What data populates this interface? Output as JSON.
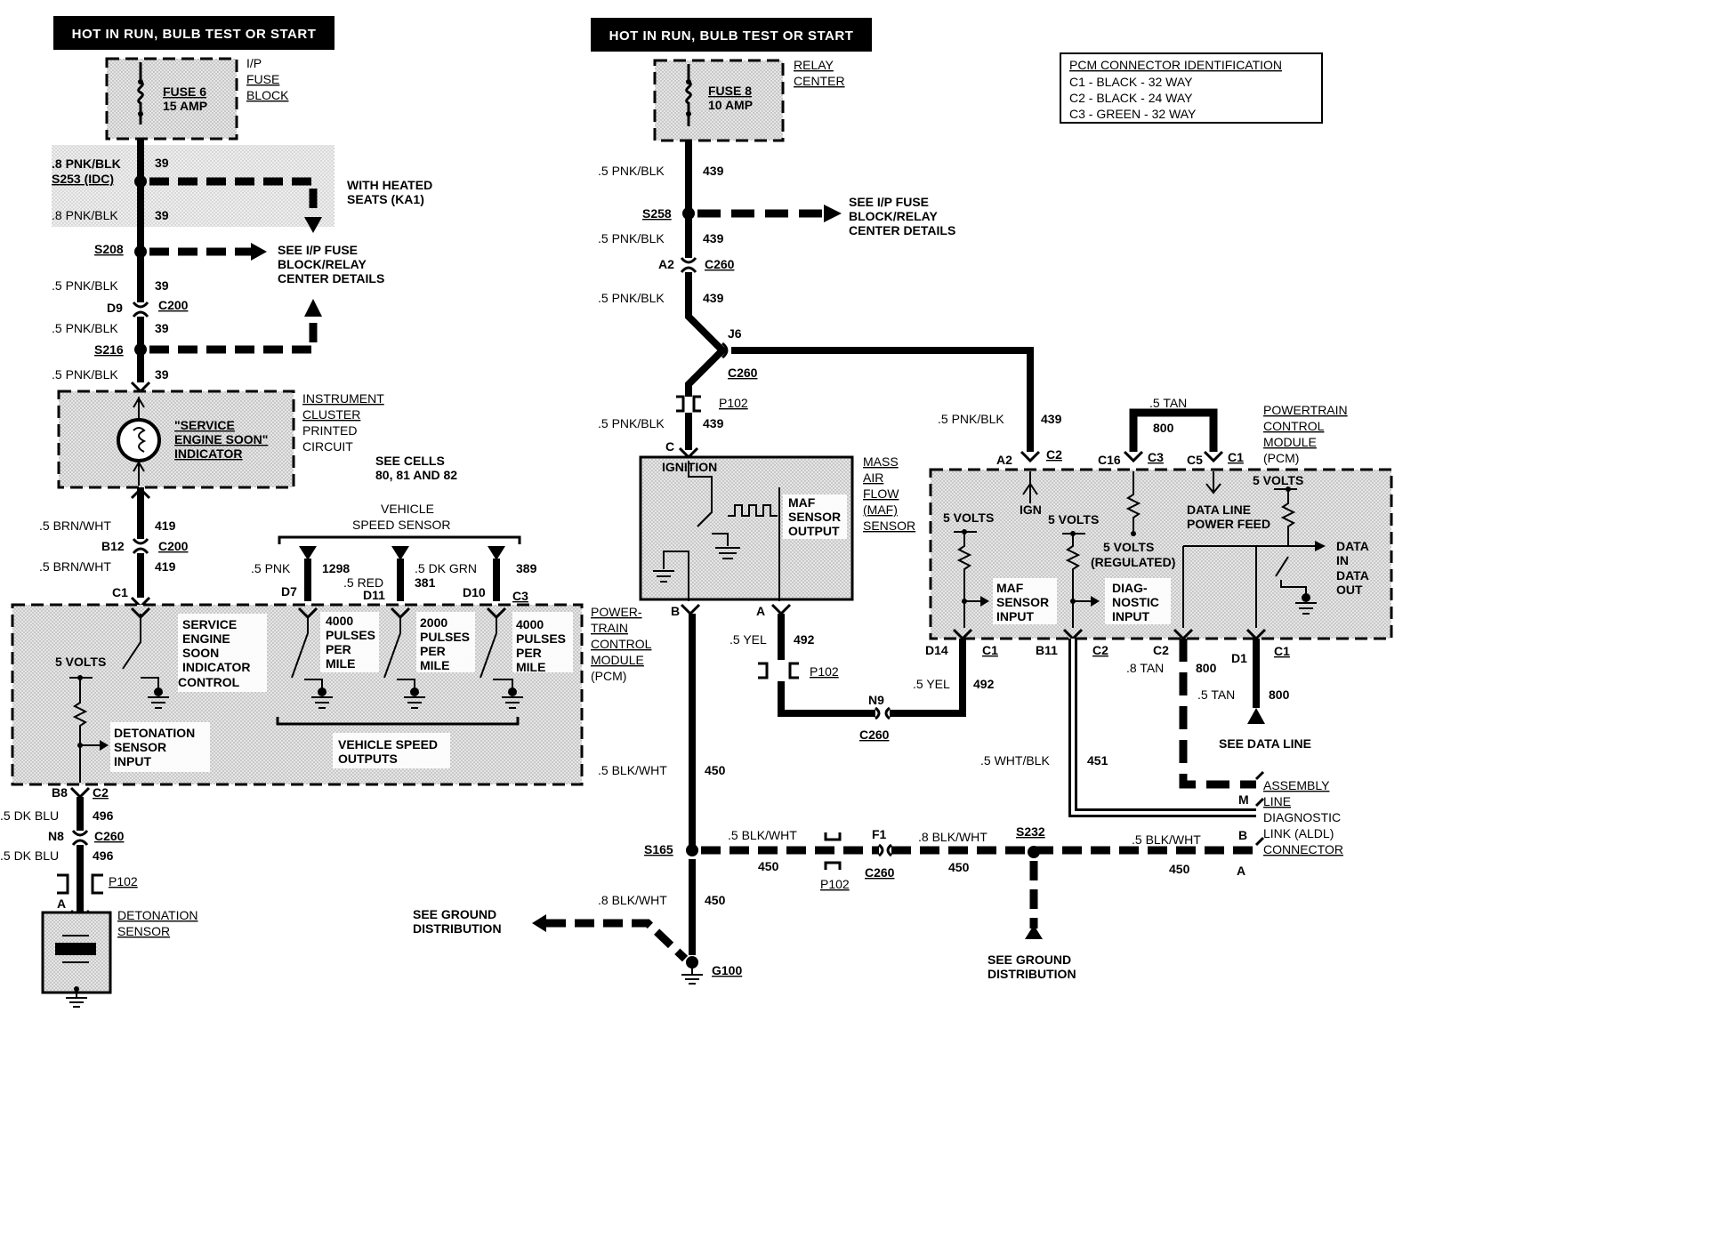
{
  "headers": {
    "left_power": "HOT IN RUN, BULB TEST OR START",
    "right_power": "HOT IN RUN, BULB TEST OR START"
  },
  "pcm_id": {
    "title": "PCM CONNECTOR IDENTIFICATION",
    "lines": [
      "C1 - BLACK - 32 WAY",
      "C2 - BLACK - 24 WAY",
      "C3 - GREEN - 32 WAY"
    ]
  },
  "left": {
    "fuse_name": "FUSE 6",
    "fuse_rating": "15 AMP",
    "fuse_block": [
      "I/P",
      "FUSE",
      "BLOCK"
    ],
    "w1_size": ".8 PNK/BLK",
    "w1_circuit": "39",
    "s253": "S253 (IDC)",
    "heated_seats": [
      "WITH HEATED",
      "SEATS (KA1)"
    ],
    "w2_size": ".8 PNK/BLK",
    "w2_circuit": "39",
    "s208": "S208",
    "see_ip": [
      "SEE I/P FUSE",
      "BLOCK/RELAY",
      "CENTER DETAILS"
    ],
    "w3_size": ".5 PNK/BLK",
    "w3_circuit": "39",
    "d9": "D9",
    "c200a": "C200",
    "w4_size": ".5 PNK/BLK",
    "w4_circuit": "39",
    "s216": "S216",
    "w5_size": ".5 PNK/BLK",
    "w5_circuit": "39",
    "indicator": [
      "\"SERVICE",
      "ENGINE SOON\"",
      "INDICATOR"
    ],
    "cluster": [
      "INSTRUMENT",
      "CLUSTER",
      "PRINTED",
      "CIRCUIT"
    ],
    "see_cells": [
      "SEE CELLS",
      "80, 81 AND 82"
    ],
    "w6_size": ".5 BRN/WHT",
    "w6_circuit": "419",
    "b12": "B12",
    "c200b": "C200",
    "w7_size": ".5 BRN/WHT",
    "w7_circuit": "419",
    "c1": "C1",
    "vss_title": [
      "VEHICLE",
      "SPEED SENSOR"
    ],
    "vss1_size": ".5 PNK",
    "vss1_circuit": "1298",
    "vss1_pin": "D7",
    "vss2_size": ".5 RED",
    "vss2_circuit": "381",
    "vss2_pin": "D11",
    "vss3_size": ".5 DK GRN",
    "vss3_circuit": "389",
    "vss3_pin": "D10",
    "vss3_conn": "C3",
    "ses_control": [
      "SERVICE",
      "ENGINE",
      "SOON",
      "INDICATOR",
      "CONTROL"
    ],
    "five_volts": "5 VOLTS",
    "pulses1": [
      "4000",
      "PULSES",
      "PER",
      "MILE"
    ],
    "pulses2": [
      "2000",
      "PULSES",
      "PER",
      "MILE"
    ],
    "pulses3": [
      "4000",
      "PULSES",
      "PER",
      "MILE"
    ],
    "det_input": [
      "DETONATION",
      "SENSOR",
      "INPUT"
    ],
    "vss_outputs": [
      "VEHICLE SPEED",
      "OUTPUTS"
    ],
    "pcm": [
      "POWER-",
      "TRAIN",
      "CONTROL",
      "MODULE",
      "(PCM)"
    ],
    "b8": "B8",
    "c2": "C2",
    "w8_size": ".5 DK BLU",
    "w8_circuit": "496",
    "n8": "N8",
    "c260": "C260",
    "w9_size": ".5 DK BLU",
    "w9_circuit": "496",
    "p102": "P102",
    "pin_a": "A",
    "det_sensor": [
      "DETONATION",
      "SENSOR"
    ]
  },
  "right": {
    "fuse_name": "FUSE 8",
    "fuse_rating": "10 AMP",
    "relay_center": [
      "RELAY",
      "CENTER"
    ],
    "w1_size": ".5 PNK/BLK",
    "w1_circuit": "439",
    "s258": "S258",
    "see_ip": [
      "SEE I/P FUSE",
      "BLOCK/RELAY",
      "CENTER DETAILS"
    ],
    "w2_size": ".5 PNK/BLK",
    "w2_circuit": "439",
    "a2": "A2",
    "c260a": "C260",
    "w3_size": ".5 PNK/BLK",
    "w3_circuit": "439",
    "j6": "J6",
    "c260b": "C260",
    "p102a": "P102",
    "w4_size": ".5 PNK/BLK",
    "w4_circuit": "439",
    "pin_c": "C",
    "ignition": "IGNITION",
    "maf_output": [
      "MAF",
      "SENSOR",
      "OUTPUT"
    ],
    "maf_title": [
      "MASS",
      "AIR",
      "FLOW",
      "(MAF)",
      "SENSOR"
    ],
    "pin_b": "B",
    "pin_a": "A",
    "w5_size": ".5 YEL",
    "w5_circuit": "492",
    "p102b": "P102",
    "n9": "N9",
    "c260c": "C260",
    "w6_size": ".5 YEL",
    "w6_circuit": "492",
    "w7_size": ".5 PNK/BLK",
    "w7_circuit": "439",
    "pcm_a2": "A2",
    "pcm_c2a": "C2",
    "pcm_c16": "C16",
    "pcm_c3": "C3",
    "pcm_c5": "C5",
    "pcm_c1a": "C1",
    "tan_size": ".5 TAN",
    "tan_circuit": "800",
    "pcm_title": [
      "POWERTRAIN",
      "CONTROL",
      "MODULE",
      "(PCM)"
    ],
    "ign": "IGN",
    "five_volts_a": "5 VOLTS",
    "five_volts_b": "5 VOLTS",
    "five_volts_c": "5 VOLTS",
    "five_volts_reg": [
      "5 VOLTS",
      "(REGULATED)"
    ],
    "data_feed": [
      "DATA LINE",
      "POWER FEED"
    ],
    "data_in": [
      "DATA",
      "IN"
    ],
    "data_out": [
      "DATA",
      "OUT"
    ],
    "maf_input": [
      "MAF",
      "SENSOR",
      "INPUT"
    ],
    "diag_input": [
      "DIAG-",
      "NOSTIC",
      "INPUT"
    ],
    "d14": "D14",
    "c1b": "C1",
    "b11": "B11",
    "c2b": "C2",
    "c2c": "C2",
    "d1": "D1",
    "c1c": "C1",
    "w8_size": ".8 TAN",
    "w8_circuit": "800",
    "w9_size": ".5 TAN",
    "w9_circuit": "800",
    "see_data_line": "SEE DATA LINE",
    "w10_size": ".5 WHT/BLK",
    "w10_circuit": "451",
    "aldl": [
      "ASSEMBLY",
      "LINE",
      "DIAGNOSTIC",
      "LINK (ALDL)",
      "CONNECTOR"
    ],
    "aldl_m": "M",
    "aldl_b": "B",
    "aldl_a": "A",
    "w11_size": ".5 BLK/WHT",
    "w11_circuit": "450",
    "s165": "S165",
    "w12_size": ".5 BLK/WHT",
    "w12_circuit": "450",
    "p102c": "P102",
    "f1": "F1",
    "c260d": "C260",
    "w13_size": ".8 BLK/WHT",
    "w13_circuit": "450",
    "s232": "S232",
    "w14_size": ".5 BLK/WHT",
    "w14_circuit": "450",
    "w15_size": ".8 BLK/WHT",
    "w15_circuit": "450",
    "see_ground_a": [
      "SEE GROUND",
      "DISTRIBUTION"
    ],
    "see_ground_b": [
      "SEE GROUND",
      "DISTRIBUTION"
    ],
    "g100": "G100"
  }
}
